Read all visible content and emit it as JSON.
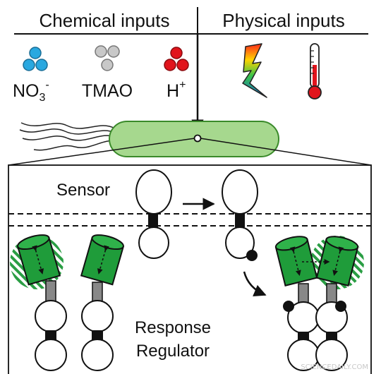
{
  "header": {
    "chemical_title": "Chemical inputs",
    "physical_title": "Physical inputs"
  },
  "chemical_inputs": [
    {
      "base": "NO",
      "sub": "3",
      "sup": "-",
      "color": "#29a8e0"
    },
    {
      "base": "TMAO",
      "sub": "",
      "sup": "",
      "color": "#c8c8c8"
    },
    {
      "base": "H",
      "sub": "",
      "sup": "+",
      "color": "#e1141c"
    }
  ],
  "physical_inputs": [
    {
      "name": "lightning-icon"
    },
    {
      "name": "thermometer-icon"
    }
  ],
  "panel": {
    "sensor_label": "Sensor",
    "regulator_label_line1": "Response",
    "regulator_label_line2": "Regulator"
  },
  "colors": {
    "cell_fill": "#a6d88e",
    "cell_stroke": "#3a8a2a",
    "cylinder": "#1f9c3a",
    "dark": "#111111"
  },
  "watermark": "SCIENCEDAILY.COM"
}
